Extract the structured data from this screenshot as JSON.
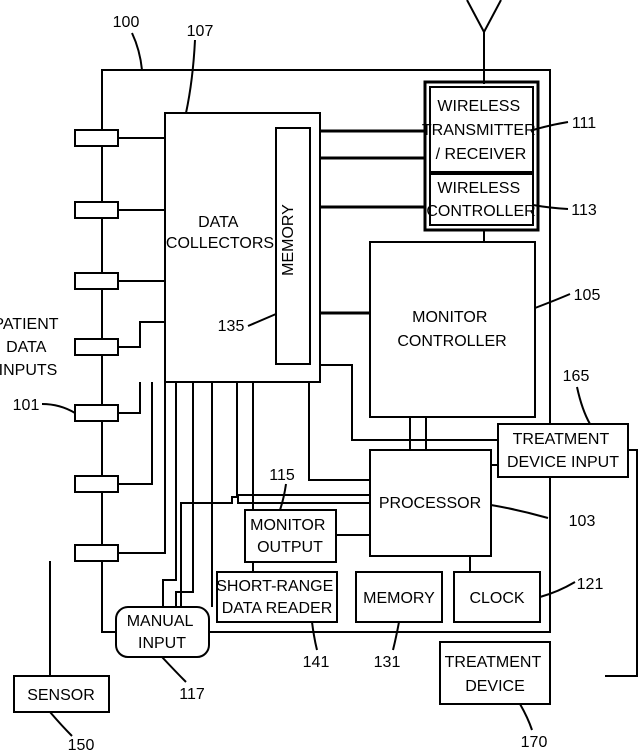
{
  "blocks": {
    "wireless_tx_rx": [
      "WIRELESS",
      "TRANSMITTER",
      "/ RECEIVER"
    ],
    "wireless_controller": [
      "WIRELESS",
      "CONTROLLER"
    ],
    "data_collectors": [
      "DATA",
      "COLLECTORS"
    ],
    "memory_collector": "MEMORY",
    "monitor_controller": [
      "MONITOR",
      "CONTROLLER"
    ],
    "treatment_device_input": [
      "TREATMENT",
      "DEVICE INPUT"
    ],
    "processor": "PROCESSOR",
    "monitor_output": [
      "MONITOR",
      "OUTPUT"
    ],
    "short_range_reader": [
      "SHORT-RANGE",
      "DATA READER"
    ],
    "memory_main": "MEMORY",
    "clock": "CLOCK",
    "manual_input": [
      "MANUAL",
      "INPUT"
    ],
    "sensor": "SENSOR",
    "treatment_device": [
      "TREATMENT",
      "DEVICE"
    ],
    "patient_data_inputs": [
      "PATIENT",
      "DATA",
      "INPUTS"
    ]
  },
  "refs": {
    "r100": "100",
    "r107": "107",
    "r111": "111",
    "r113": "113",
    "r105": "105",
    "r135": "135",
    "r101": "101",
    "r165": "165",
    "r115": "115",
    "r103": "103",
    "r121": "121",
    "r141": "141",
    "r131": "131",
    "r117": "117",
    "r150": "150",
    "r170": "170"
  }
}
